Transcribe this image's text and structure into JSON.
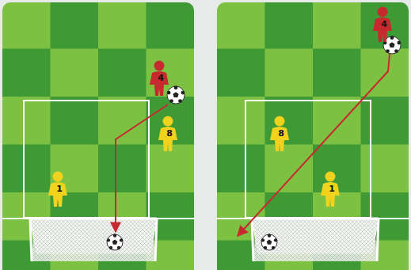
{
  "diagram": {
    "nodes": [
      {
        "text": [
          "4"
        ]
      },
      {
        "text": [
          "8"
        ]
      },
      {
        "text": [
          "1"
        ]
      },
      {
        "text": [
          "4"
        ]
      },
      {
        "text": [
          "8"
        ]
      },
      {
        "text": [
          "1"
        ]
      }
    ]
  }
}
